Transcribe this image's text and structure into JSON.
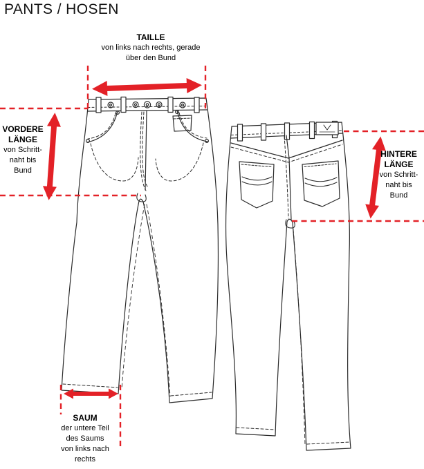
{
  "page": {
    "title": "PANTS / HOSEN"
  },
  "colors": {
    "accent_red": "#e32127",
    "line_black": "#2a2a2a",
    "background": "#ffffff"
  },
  "annotations": {
    "taille": {
      "title": "TAILLE",
      "desc": [
        "von links nach rechts, gerade",
        "über den Bund"
      ]
    },
    "vordere": {
      "title": [
        "VORDERE",
        "LÄNGE"
      ],
      "desc": [
        "von Schritt-",
        "naht bis",
        "Bund"
      ]
    },
    "hintere": {
      "title": [
        "HINTERE",
        "LÄNGE"
      ],
      "desc": [
        "von Schritt-",
        "naht bis",
        "Bund"
      ]
    },
    "saum": {
      "title": "SAUM",
      "desc": [
        "der untere Teil",
        "des Saums",
        "von links nach",
        "rechts"
      ]
    }
  }
}
